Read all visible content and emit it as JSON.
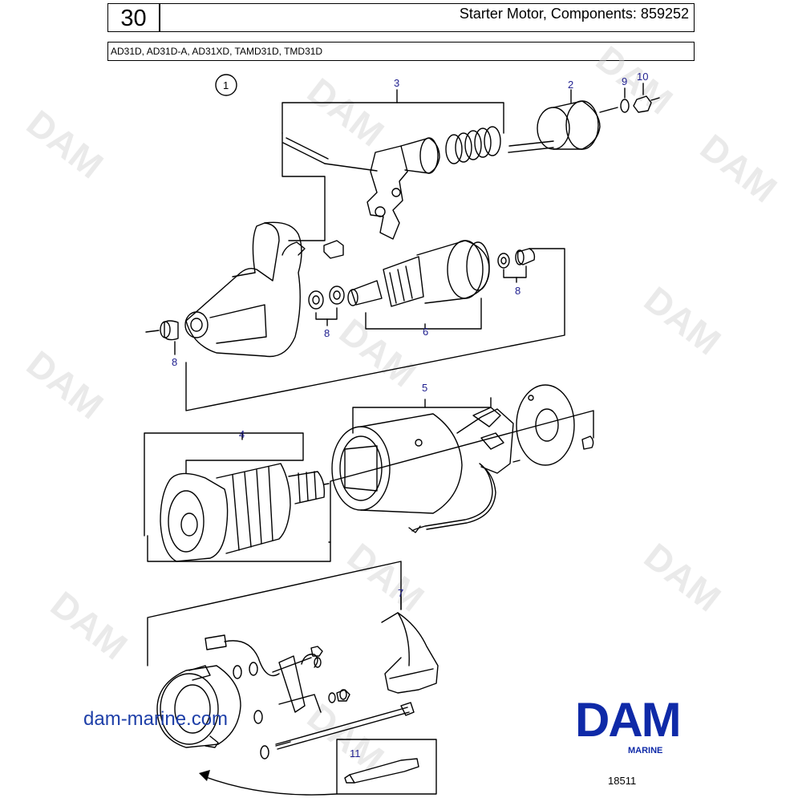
{
  "header": {
    "section_number": "30",
    "title": "Starter Motor, Components: 859252",
    "models": "AD31D, AD31D-A, AD31XD, TAMD31D, TMD31D"
  },
  "diagram": {
    "group_marker": "1",
    "callouts": {
      "c2": "2",
      "c3": "3",
      "c4": "4",
      "c5": "5",
      "c6": "6",
      "c7": "7",
      "c8a": "8",
      "c8b": "8",
      "c8c": "8",
      "c9": "9",
      "c10": "10",
      "c11": "11"
    }
  },
  "watermark": "DAM",
  "footer": {
    "website": "dam-marine.com",
    "logo": "DAM",
    "logo_sub": "MARINE",
    "reference": "18511"
  },
  "colors": {
    "callout": "#1f1f8f",
    "logo": "#0f2aa8",
    "website": "#1e3fa8"
  }
}
